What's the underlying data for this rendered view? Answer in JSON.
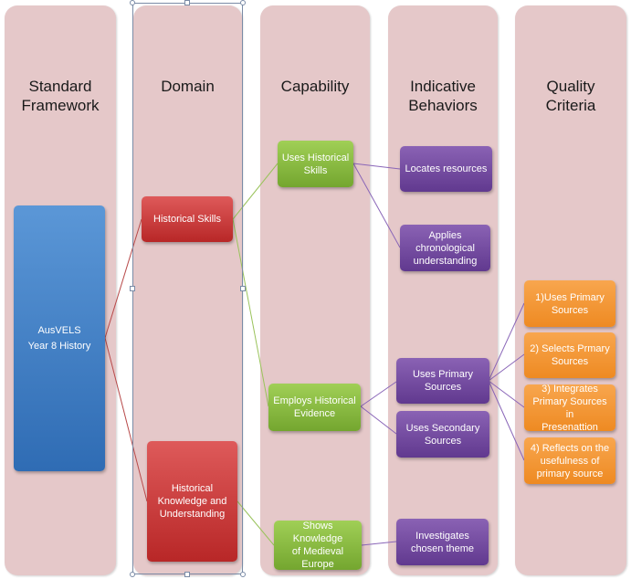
{
  "columns": {
    "framework": "Standard\nFramework",
    "domain": "Domain",
    "capability": "Capability",
    "behaviors": "Indicative\nBehaviors",
    "criteria": "Quality\nCriteria"
  },
  "nodes": {
    "ausvels": "AusVELS\nYear 8 History",
    "historical_skills": "Historical  Skills",
    "historical_knowledge": "Historical\nKnowledge  and\nUnderstanding",
    "uses_historical_skills": "Uses  Historical\nSkills",
    "employs_historical_evidence": "Employs  Historical\nEvidence",
    "shows_knowledge": "Shows  Knowledge\nof  Medieval\nEurope",
    "locates_resources": "Locates resources",
    "applies_chronological": "Applies\nchronological\nunderstanding",
    "uses_primary_sources": "Uses  Primary\nSources",
    "uses_secondary_sources": "Uses  Secondary\nSources",
    "investigates_theme": "Investigates\nchosen theme",
    "criterion_1": "1)Uses  Primary\nSources",
    "criterion_2": "2)  Selects  Prmary\nSources",
    "criterion_3": "3)  Integrates\nPrimary Sources  in\nPresenattion",
    "criterion_4": "4)  Reflects on  the\nusefulness  of\nprimary source"
  },
  "colors": {
    "column": "#e5c8c9",
    "framework": "#3f7fc6",
    "domain": "#c73737",
    "capability": "#86b83e",
    "behavior": "#7149a0",
    "criterion": "#f3962f"
  }
}
